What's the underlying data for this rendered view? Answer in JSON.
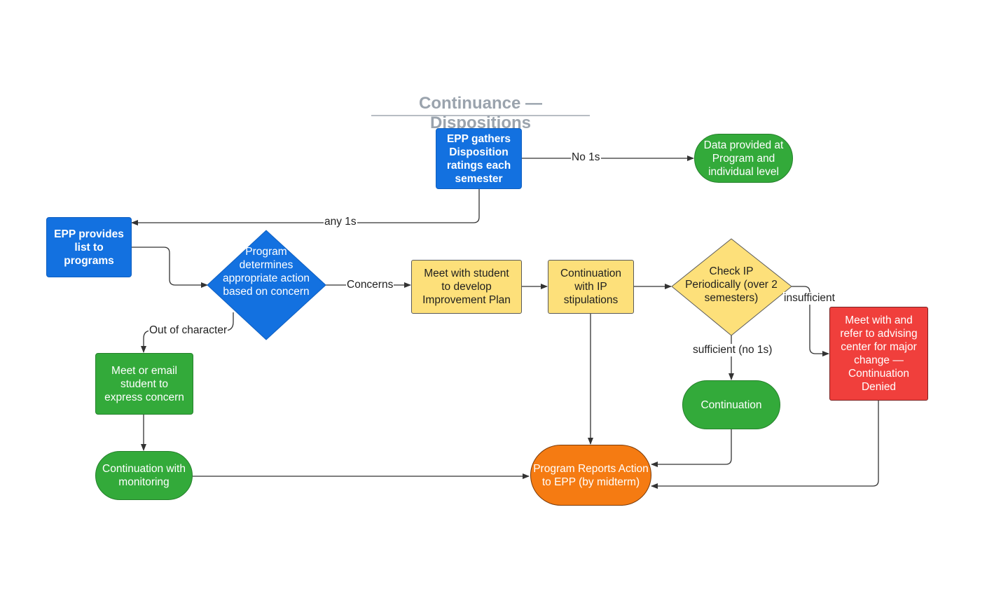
{
  "title": "Continuance — Dispositions",
  "nodes": {
    "epp_gathers": "EPP gathers\nDisposition\nratings each\nsemester",
    "data_provided": "Data provided at\nProgram and\nindividual level",
    "epp_provides": "EPP provides\nlist to\nprograms",
    "program_determines": "Program\ndetermines\nappropriate action\nbased on concern",
    "meet_improvement": "Meet with student\nto develop\nImprovement Plan",
    "continuation_ip": "Continuation\nwith IP\nstipulations",
    "check_ip": "Check IP\nPeriodically (over 2\nsemesters)",
    "meet_refer": "Meet with and\nrefer to advising\ncenter for major\nchange —\nContinuation\nDenied",
    "meet_email": "Meet or email\nstudent to\nexpress concern",
    "continuation_monitoring": "Continuation with\nmonitoring",
    "continuation": "Continuation",
    "program_reports": "Program Reports Action\nto EPP  (by midterm)"
  },
  "edges": {
    "no_1s": "No 1s",
    "any_1s": "any 1s",
    "concerns": "Concerns",
    "out_of_character": "Out of character",
    "insufficient": "insufficient",
    "sufficient": "sufficient (no 1s)"
  },
  "colors": {
    "blue": "#1371e0",
    "green": "#33aa3a",
    "yellow": "#fde07a",
    "red": "#f03f3c",
    "orange": "#f57b12",
    "connector": "#333333"
  }
}
